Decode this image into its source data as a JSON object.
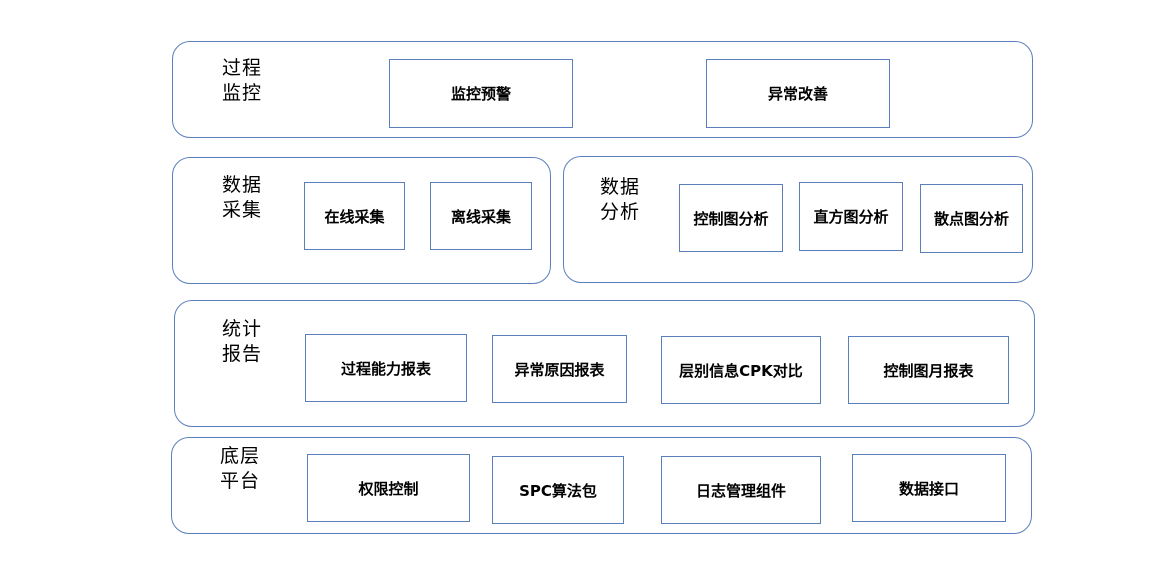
{
  "layers": {
    "monitor": {
      "title": "过程\n监控",
      "modules": [
        "监控预警",
        "异常改善"
      ]
    },
    "collect": {
      "title": "数据\n采集",
      "modules": [
        "在线采集",
        "离线采集"
      ]
    },
    "analysis": {
      "title": "数据\n分析",
      "modules": [
        "控制图分析",
        "直方图分析",
        "散点图分析"
      ]
    },
    "report": {
      "title": "统计\n报告",
      "modules": [
        "过程能力报表",
        "异常原因报表",
        "层别信息CPK对比",
        "控制图月报表"
      ]
    },
    "platform": {
      "title": "底层\n平台",
      "modules": [
        "权限控制",
        "SPC算法包",
        "日志管理组件",
        "数据接口"
      ]
    }
  },
  "colors": {
    "border": "#5b7fbd",
    "text": "#000000",
    "background": "#ffffff"
  }
}
